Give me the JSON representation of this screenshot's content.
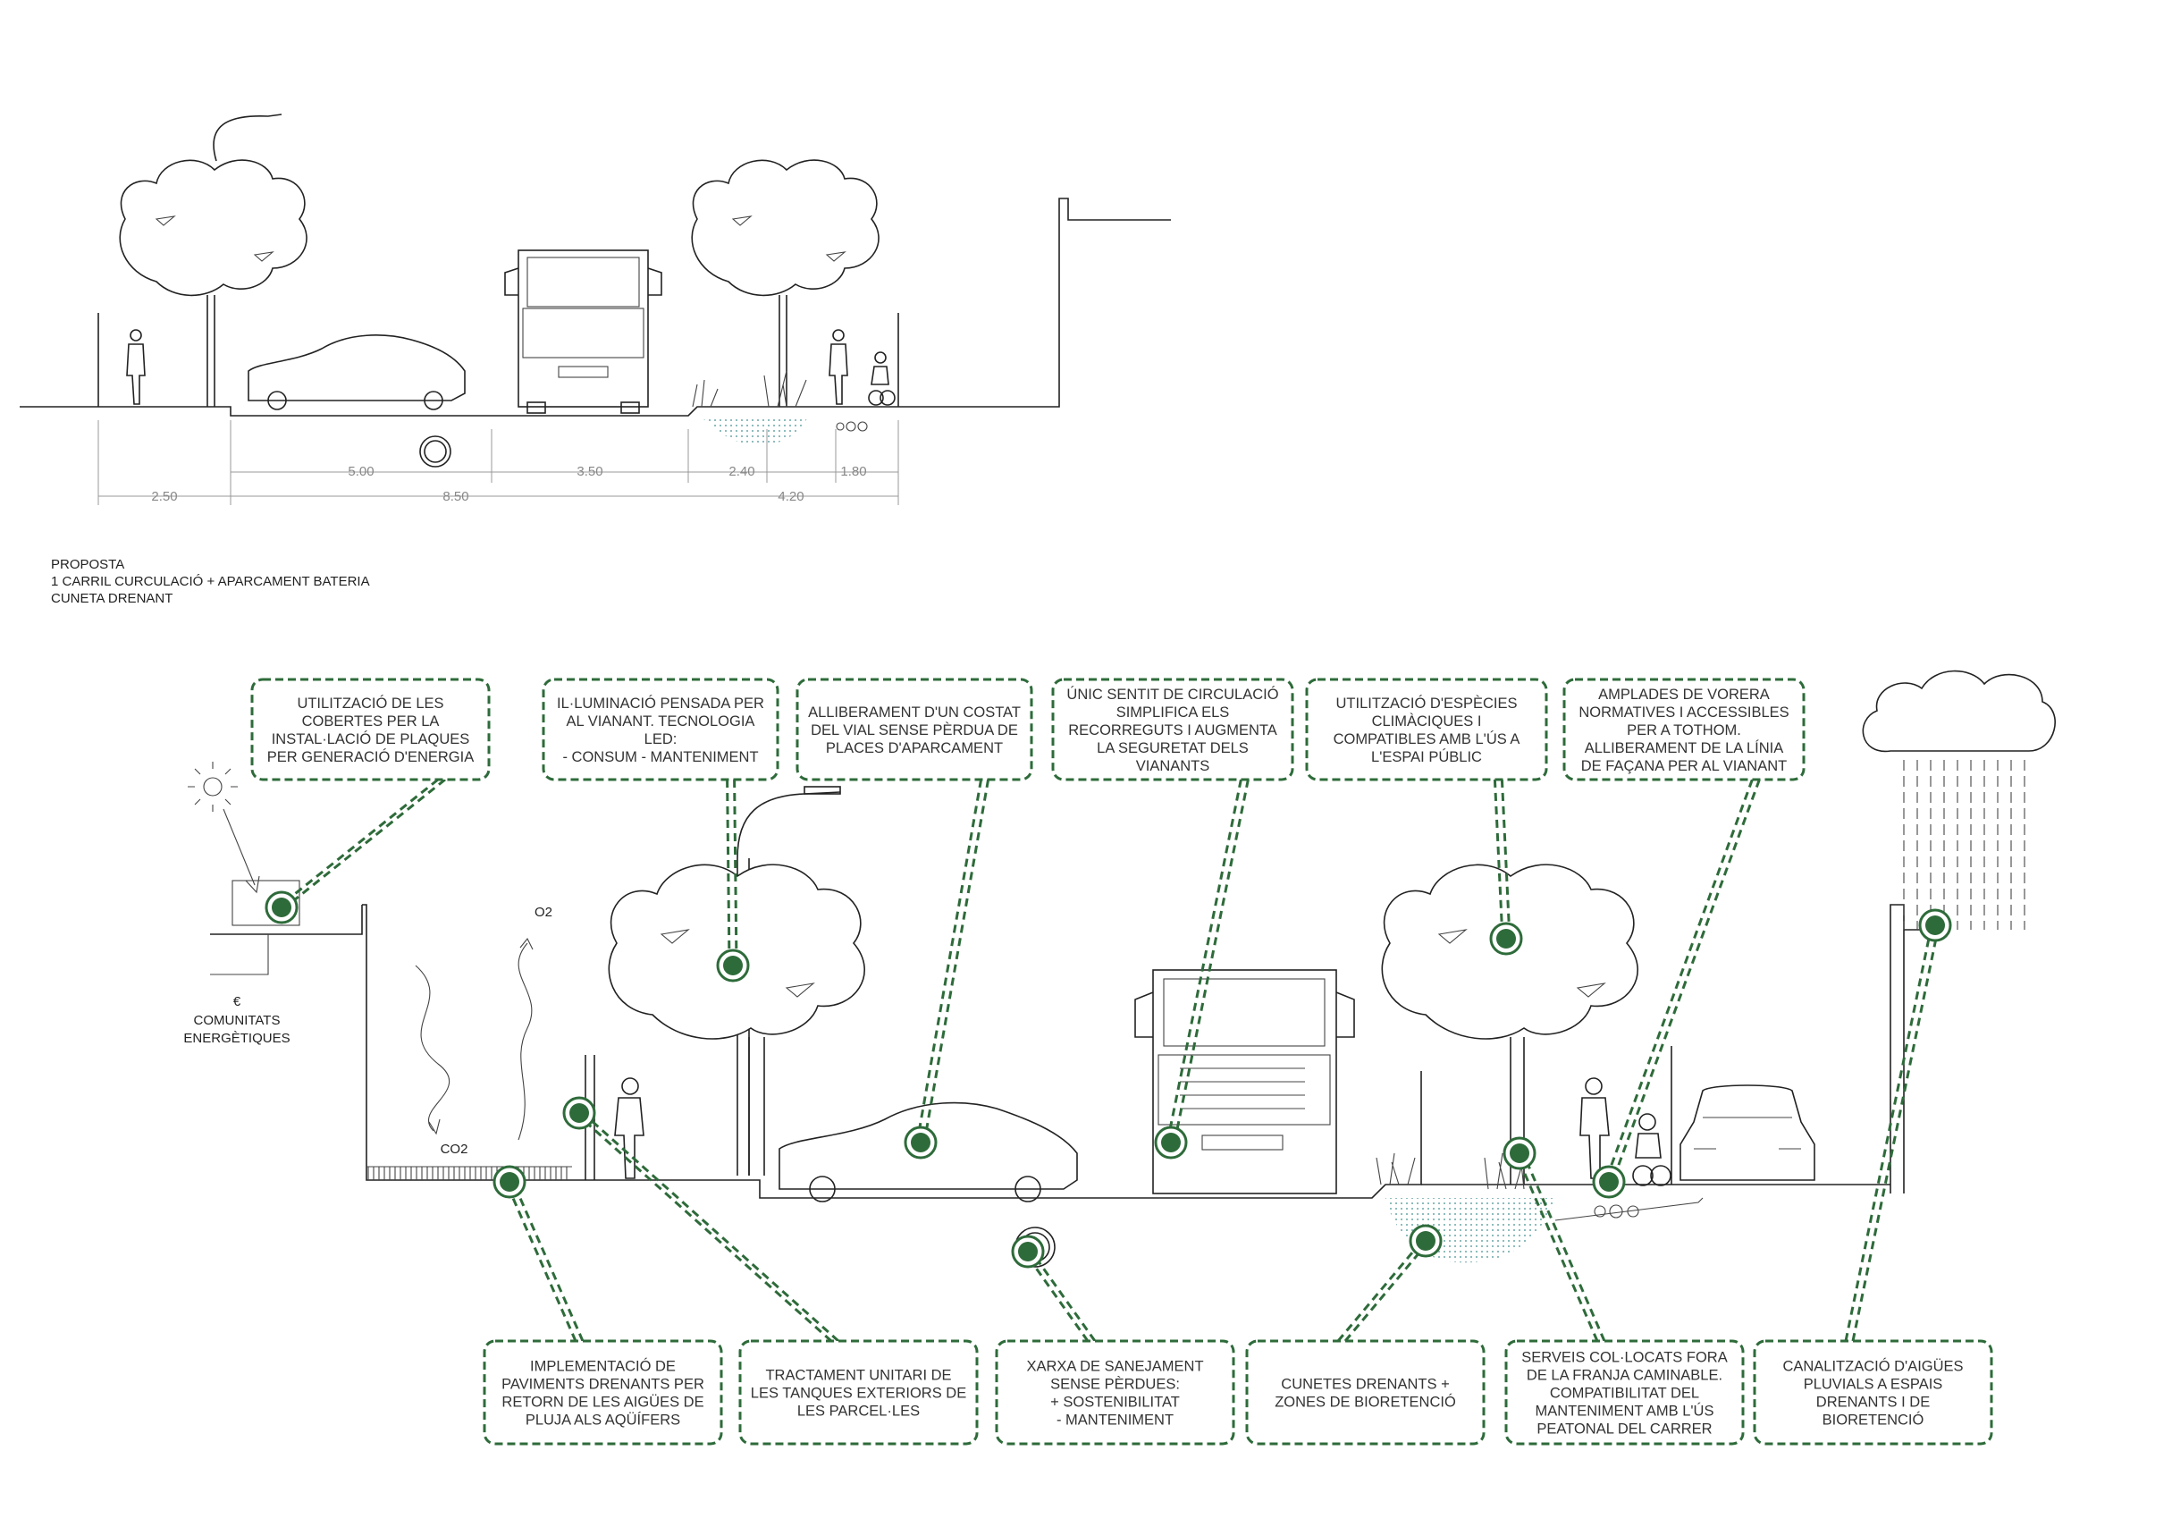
{
  "colors": {
    "accent": "#2e6b3a",
    "line": "#222222",
    "dim": "#888888"
  },
  "section_current": {
    "dims": {
      "d1": "2.50",
      "d2": "5.00",
      "d3": "3.50",
      "d4": "2.40",
      "d5": "1.80",
      "total_a": "8.50",
      "total_b": "4.20"
    }
  },
  "proposal_title": {
    "line1": "PROPOSTA",
    "line2": "1 CARRIL CURCULACIÓ + APARCAMENT BATERIA",
    "line3": "CUNETA DRENANT"
  },
  "side_labels": {
    "energy_symbol": "€",
    "energy_l1": "COMUNITATS",
    "energy_l2": "ENERGÈTIQUES",
    "o2": "O2",
    "co2": "CO2"
  },
  "callouts_top": [
    {
      "lines": [
        "UTILITZACIÓ DE LES",
        "COBERTES PER LA",
        "INSTAL·LACIÓ DE PLAQUES",
        "PER GENERACIÓ D'ENERGIA"
      ]
    },
    {
      "lines": [
        "IL·LUMINACIÓ PENSADA PER",
        "AL VIANANT. TECNOLOGIA",
        "LED:",
        "- CONSUM     - MANTENIMENT"
      ]
    },
    {
      "lines": [
        "ALLIBERAMENT D'UN COSTAT",
        "DEL VIAL SENSE PÈRDUA DE",
        "PLACES D'APARCAMENT"
      ]
    },
    {
      "lines": [
        "ÚNIC SENTIT DE CIRCULACIÓ",
        "SIMPLIFICA ELS",
        "RECORREGUTS I AUGMENTA",
        "LA SEGURETAT DELS",
        "VIANANTS"
      ]
    },
    {
      "lines": [
        "UTILITZACIÓ D'ESPÈCIES",
        "CLIMÀCIQUES I",
        "COMPATIBLES AMB L'ÚS A",
        "L'ESPAI PÚBLIC"
      ]
    },
    {
      "lines": [
        "AMPLADES DE VORERA",
        "NORMATIVES I ACCESSIBLES",
        "PER A TOTHOM.",
        "ALLIBERAMENT DE LA LÍNIA",
        "DE FAÇANA PER AL VIANANT"
      ]
    }
  ],
  "callouts_bottom": [
    {
      "lines": [
        "IMPLEMENTACIÓ DE",
        "PAVIMENTS DRENANTS PER",
        "RETORN DE LES AIGÜES DE",
        "PLUJA ALS AQÜÍFERS"
      ]
    },
    {
      "lines": [
        "TRACTAMENT UNITARI DE",
        "LES TANQUES EXTERIORS DE",
        "LES PARCEL·LES"
      ]
    },
    {
      "lines": [
        "XARXA DE SANEJAMENT",
        "SENSE PÈRDUES:",
        "+ SOSTENIBILITAT",
        "- MANTENIMENT"
      ]
    },
    {
      "lines": [
        "CUNETES DRENANTS +",
        "ZONES DE BIORETENCIÓ"
      ]
    },
    {
      "lines": [
        "SERVEIS COL·LOCATS FORA",
        "DE LA FRANJA CAMINABLE.",
        "COMPATIBILITAT DEL",
        "MANTENIMENT AMB L'ÚS",
        "PEATONAL DEL CARRER"
      ]
    },
    {
      "lines": [
        "CANALITZACIÓ D'AIGÜES",
        "PLUVIALS A ESPAIS",
        "DRENANTS I DE",
        "BIORETENCIÓ"
      ]
    }
  ]
}
